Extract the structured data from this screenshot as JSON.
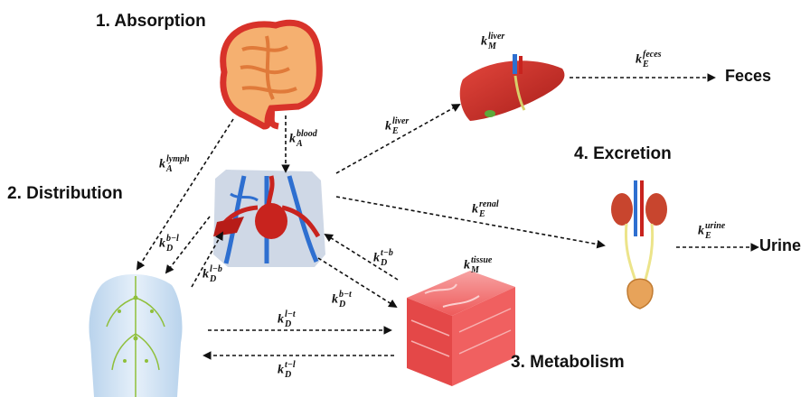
{
  "stages": {
    "absorption": "1. Absorption",
    "distribution": "2. Distribution",
    "metabolism": "3. Metabolism",
    "excretion": "4. Excretion"
  },
  "outputs": {
    "feces": "Feces",
    "urine": "Urine"
  },
  "rates": {
    "k_a_lymph": {
      "sym": "k",
      "sup": "lymph",
      "sub": "A"
    },
    "k_a_blood": {
      "sym": "k",
      "sup": "blood",
      "sub": "A"
    },
    "k_m_liver": {
      "sym": "k",
      "sup": "liver",
      "sub": "M"
    },
    "k_e_feces": {
      "sym": "k",
      "sup": "feces",
      "sub": "E"
    },
    "k_e_liver": {
      "sym": "k",
      "sup": "liver",
      "sub": "E"
    },
    "k_e_renal": {
      "sym": "k",
      "sup": "renal",
      "sub": "E"
    },
    "k_e_urine": {
      "sym": "k",
      "sup": "urine",
      "sub": "E"
    },
    "k_d_bl": {
      "sym": "k",
      "sup": "b−l",
      "sub": "D"
    },
    "k_d_lb": {
      "sym": "k",
      "sup": "l−b",
      "sub": "D"
    },
    "k_d_tb": {
      "sym": "k",
      "sup": "t−b",
      "sub": "D"
    },
    "k_d_bt": {
      "sym": "k",
      "sup": "b−t",
      "sub": "D"
    },
    "k_m_tissue": {
      "sym": "k",
      "sup": "tissue",
      "sub": "M"
    },
    "k_d_lt": {
      "sym": "k",
      "sup": "l−t",
      "sub": "D"
    },
    "k_d_tl": {
      "sym": "k",
      "sup": "t−l",
      "sub": "D"
    }
  },
  "colors": {
    "organ_red": "#d8322a",
    "intestine_orange": "#f0a050",
    "vessel_blue": "#2e6fd0",
    "tissue_pink": "#f36b6b",
    "lymph_blue": "#c9dcef",
    "lymph_node_green": "#8fbf3a",
    "arrow": "#111111"
  }
}
